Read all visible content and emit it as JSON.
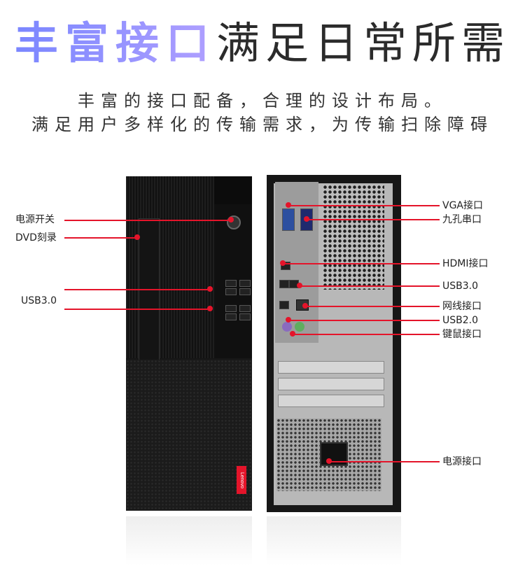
{
  "headline": {
    "accent": "丰富接口",
    "rest": "满足日常所需"
  },
  "subtitle": {
    "line1": "丰富的接口配备，合理的设计布局。",
    "line2": "满足用户多样化的传输需求，为传输扫除障碍"
  },
  "colors": {
    "accent_gradient_start": "#7a86ff",
    "accent_gradient_end": "#b0a0ff",
    "callout_red": "#e4142a",
    "brand_badge": "#e4142a"
  },
  "front_labels": {
    "power": "电源开关",
    "dvd": "DVD刻录",
    "usb3": "USB3.0"
  },
  "rear_labels": {
    "vga": "VGA接口",
    "serial": "九孔串口",
    "hdmi": "HDMI接口",
    "usb3": "USB3.0",
    "ethernet": "网线接口",
    "usb2": "USB2.0",
    "keyboard_mouse": "键鼠接口",
    "power": "电源接口"
  },
  "brand_badge": "Lenovo"
}
